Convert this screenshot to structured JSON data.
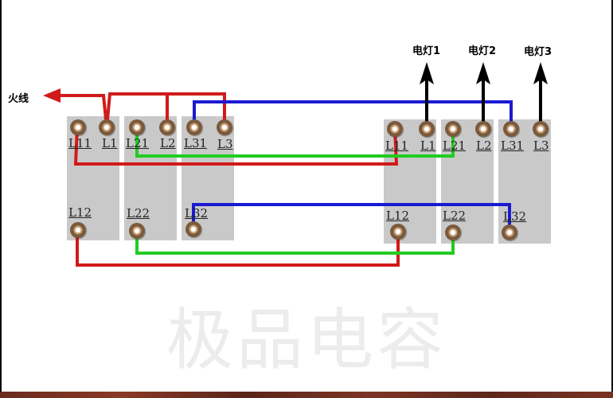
{
  "labels": {
    "live_wire": "火线",
    "lamp_1": "电灯1",
    "lamp_2": "电灯2",
    "lamp_3": "电灯3",
    "watermark": "极品电容"
  },
  "terminals": {
    "left_top": [
      "L11",
      "L1",
      "L21",
      "L2",
      "L31",
      "L3"
    ],
    "left_bottom": [
      "L12",
      "L22",
      "L32"
    ],
    "right_top": [
      "L11",
      "L1",
      "L21",
      "L2",
      "L31",
      "L3"
    ],
    "right_bottom": [
      "L12",
      "L22",
      "L32"
    ]
  },
  "wire_colors": {
    "red": "#d11a1a",
    "green": "#22cc22",
    "blue": "#1a1ad1",
    "black": "#000000"
  }
}
